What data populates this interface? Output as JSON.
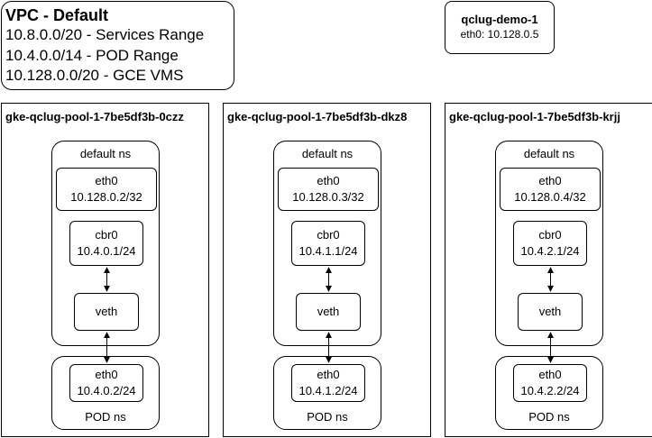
{
  "vpc": {
    "title": "VPC - Default",
    "lines": [
      "10.8.0.0/20 - Services Range",
      "10.4.0.0/14 - POD Range",
      "10.128.0.0/20 - GCE VMS"
    ]
  },
  "vm": {
    "name": "qclug-demo-1",
    "ip": "eth0: 10.128.0.5"
  },
  "nodes": [
    {
      "name": "gke-qclug-pool-1-7be5df3b-0czz",
      "default_ns_label": "default ns",
      "eth0_name": "eth0",
      "eth0_ip": "10.128.0.2/32",
      "cbr0_name": "cbr0",
      "cbr0_ip": "10.4.0.1/24",
      "veth_label": "veth",
      "pod_eth0_name": "eth0",
      "pod_eth0_ip": "10.4.0.2/24",
      "pod_ns_label": "POD ns"
    },
    {
      "name": "gke-qclug-pool-1-7be5df3b-dkz8",
      "default_ns_label": "default ns",
      "eth0_name": "eth0",
      "eth0_ip": "10.128.0.3/32",
      "cbr0_name": "cbr0",
      "cbr0_ip": "10.4.1.1/24",
      "veth_label": "veth",
      "pod_eth0_name": "eth0",
      "pod_eth0_ip": "10.4.1.2/24",
      "pod_ns_label": "POD ns"
    },
    {
      "name": "gke-qclug-pool-1-7be5df3b-krjj",
      "default_ns_label": "default ns",
      "eth0_name": "eth0",
      "eth0_ip": "10.128.0.4/32",
      "cbr0_name": "cbr0",
      "cbr0_ip": "10.4.2.1/24",
      "veth_label": "veth",
      "pod_eth0_name": "eth0",
      "pod_eth0_ip": "10.4.2.2/24",
      "pod_ns_label": "POD ns"
    }
  ]
}
